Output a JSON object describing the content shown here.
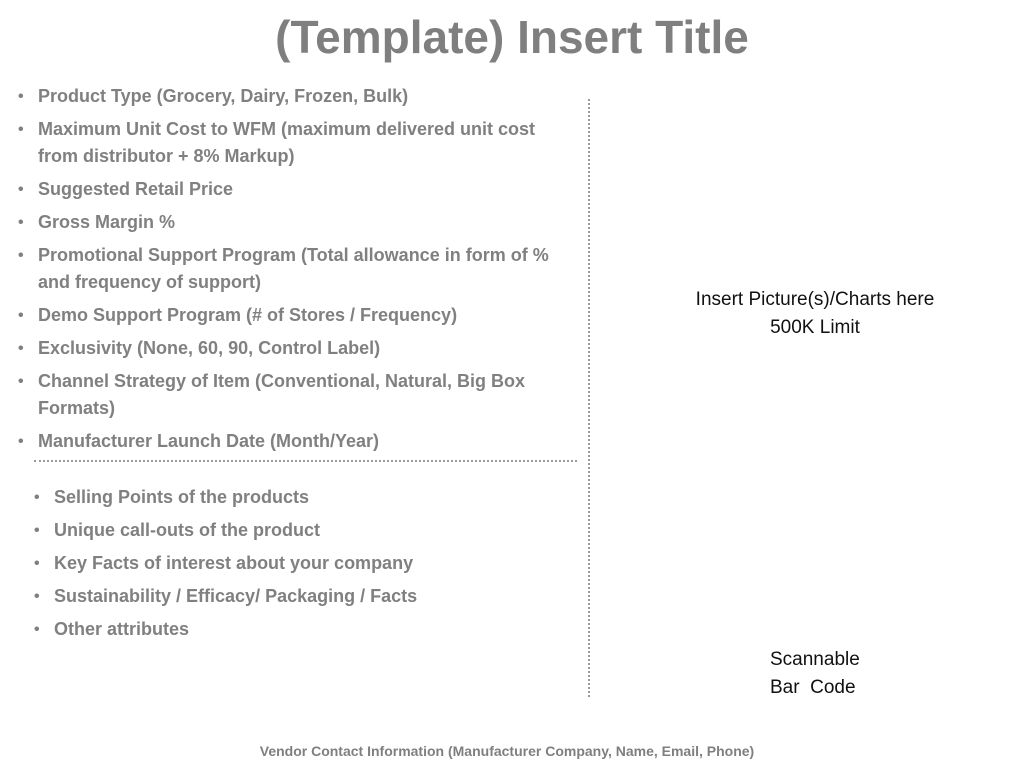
{
  "title": "(Template) Insert Title",
  "top_bullets": [
    "Product Type (Grocery, Dairy, Frozen, Bulk)",
    "Maximum Unit Cost  to WFM (maximum delivered unit cost from distributor + 8% Markup)",
    "Suggested Retail Price",
    "Gross Margin %",
    "Promotional Support Program (Total allowance in form of % and frequency of support)",
    "Demo Support Program (# of Stores / Frequency)",
    "Exclusivity (None, 60, 90, Control Label)",
    "Channel Strategy of Item (Conventional, Natural, Big Box Formats)",
    "Manufacturer Launch Date  (Month/Year)"
  ],
  "bottom_bullets": [
    "Selling Points of the products",
    "Unique call-outs of the product",
    "Key Facts of interest about your company",
    "Sustainability / Efficacy/ Packaging / Facts",
    "Other attributes"
  ],
  "picture_placeholder": {
    "line1": "Insert Picture(s)/Charts here",
    "line2": "500K Limit"
  },
  "barcode_placeholder": {
    "line1": "Scannable",
    "line2": "Bar  Code"
  },
  "footer": "Vendor Contact Information (Manufacturer Company, Name, Email, Phone)"
}
